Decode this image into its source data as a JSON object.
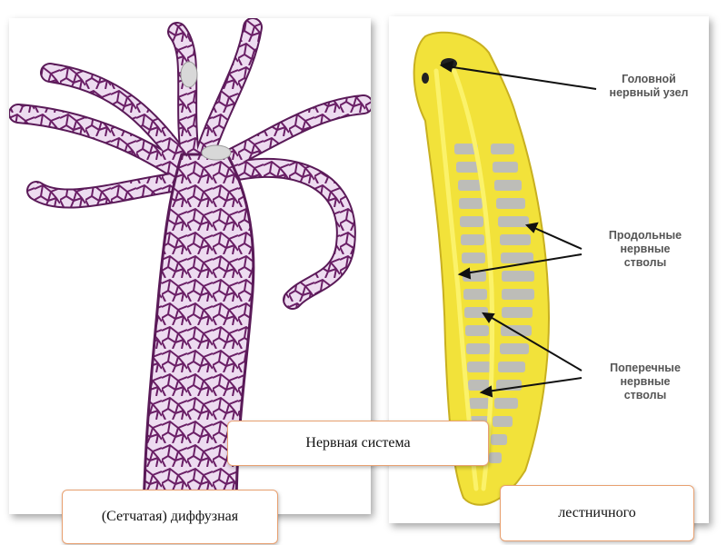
{
  "labels": {
    "head_ganglion": [
      "Головной",
      "нервный узел"
    ],
    "longitudinal": [
      "Продольные",
      "нервные",
      "стволы"
    ],
    "transverse": [
      "Поперечные",
      "нервные",
      "стволы"
    ]
  },
  "boxes": {
    "nervous_system": "Нервная система",
    "diffuse": "(Сетчатая)  диффузная",
    "ladder": "лестничного"
  },
  "colors": {
    "hydra_fill": "#eddcf0",
    "hydra_nerve": "#6a1f66",
    "worm_body": "#f2e23a",
    "worm_nerve": "#f8ee60",
    "worm_gap": "#bdbdb8",
    "box_border": "#e8a070"
  }
}
